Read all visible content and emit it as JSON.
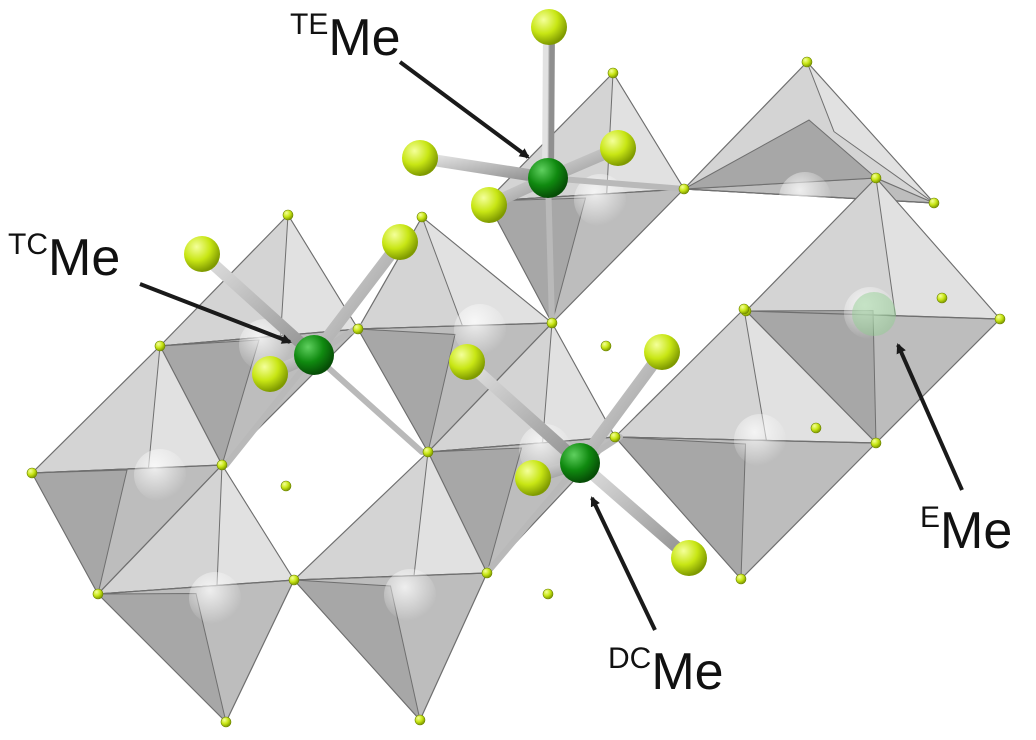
{
  "labels": {
    "te": {
      "sup": "TE",
      "main": "Me"
    },
    "tc": {
      "sup": "TC",
      "main": "Me"
    },
    "dc": {
      "sup": "DC",
      "main": "Me"
    },
    "e": {
      "sup": "E",
      "main": "Me"
    }
  },
  "colors": {
    "octahedron_light": "#d4d4d4",
    "octahedron_mid": "#bdbdbd",
    "octahedron_dark": "#a7a7a7",
    "edge": "#6f6f6f",
    "ligand": "#c8e614",
    "metal": "#108a10",
    "bond": "#b9b9b9",
    "arrow": "#1a1a1a"
  }
}
